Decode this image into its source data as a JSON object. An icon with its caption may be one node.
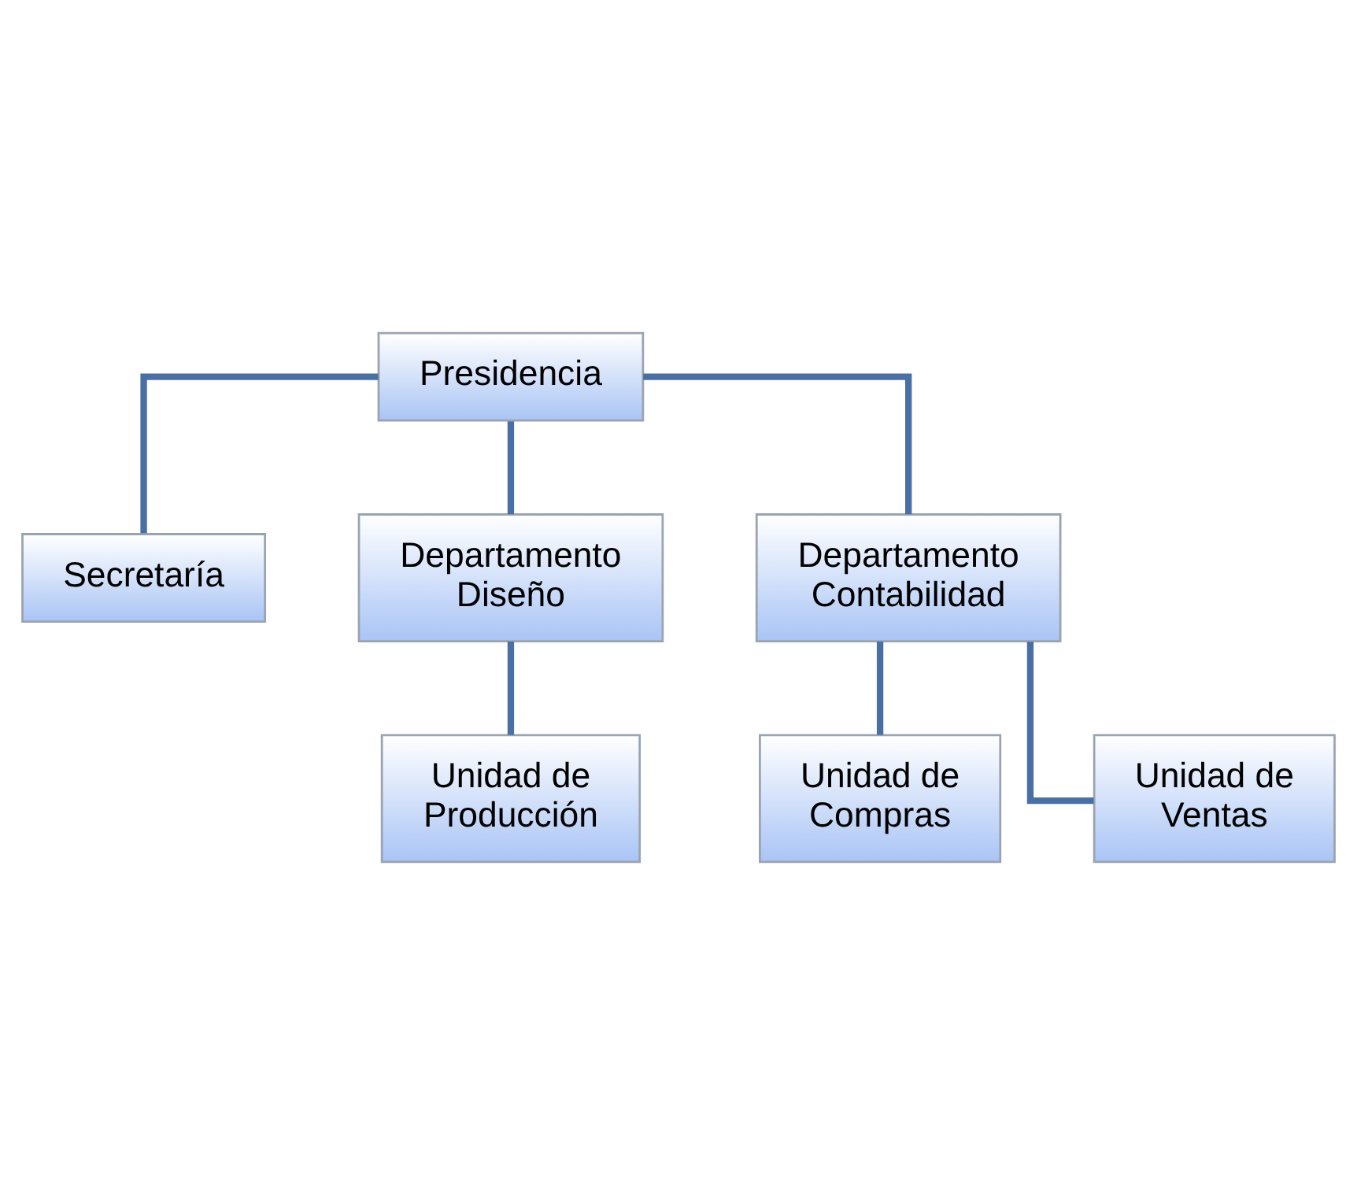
{
  "diagram": {
    "nodes": [
      {
        "text": [
          "Presidencia"
        ]
      },
      {
        "text": [
          "Secretaría"
        ]
      },
      {
        "text": [
          "Departamento Diseño"
        ]
      },
      {
        "text": [
          "Departamento Contabilidad"
        ]
      },
      {
        "text": [
          "Unidad de Producción"
        ]
      },
      {
        "text": [
          "Unidad de Compras"
        ]
      },
      {
        "text": [
          "Unidad de Ventas"
        ]
      }
    ],
    "edges": [
      {
        "from": 0,
        "to": 1,
        "arrow": "none"
      },
      {
        "from": 0,
        "to": 2,
        "arrow": "none"
      },
      {
        "from": 0,
        "to": 3,
        "arrow": "none"
      },
      {
        "from": 2,
        "to": 4,
        "arrow": "none"
      },
      {
        "from": 3,
        "to": 5,
        "arrow": "none"
      },
      {
        "from": 3,
        "to": 6,
        "arrow": "none"
      }
    ]
  }
}
